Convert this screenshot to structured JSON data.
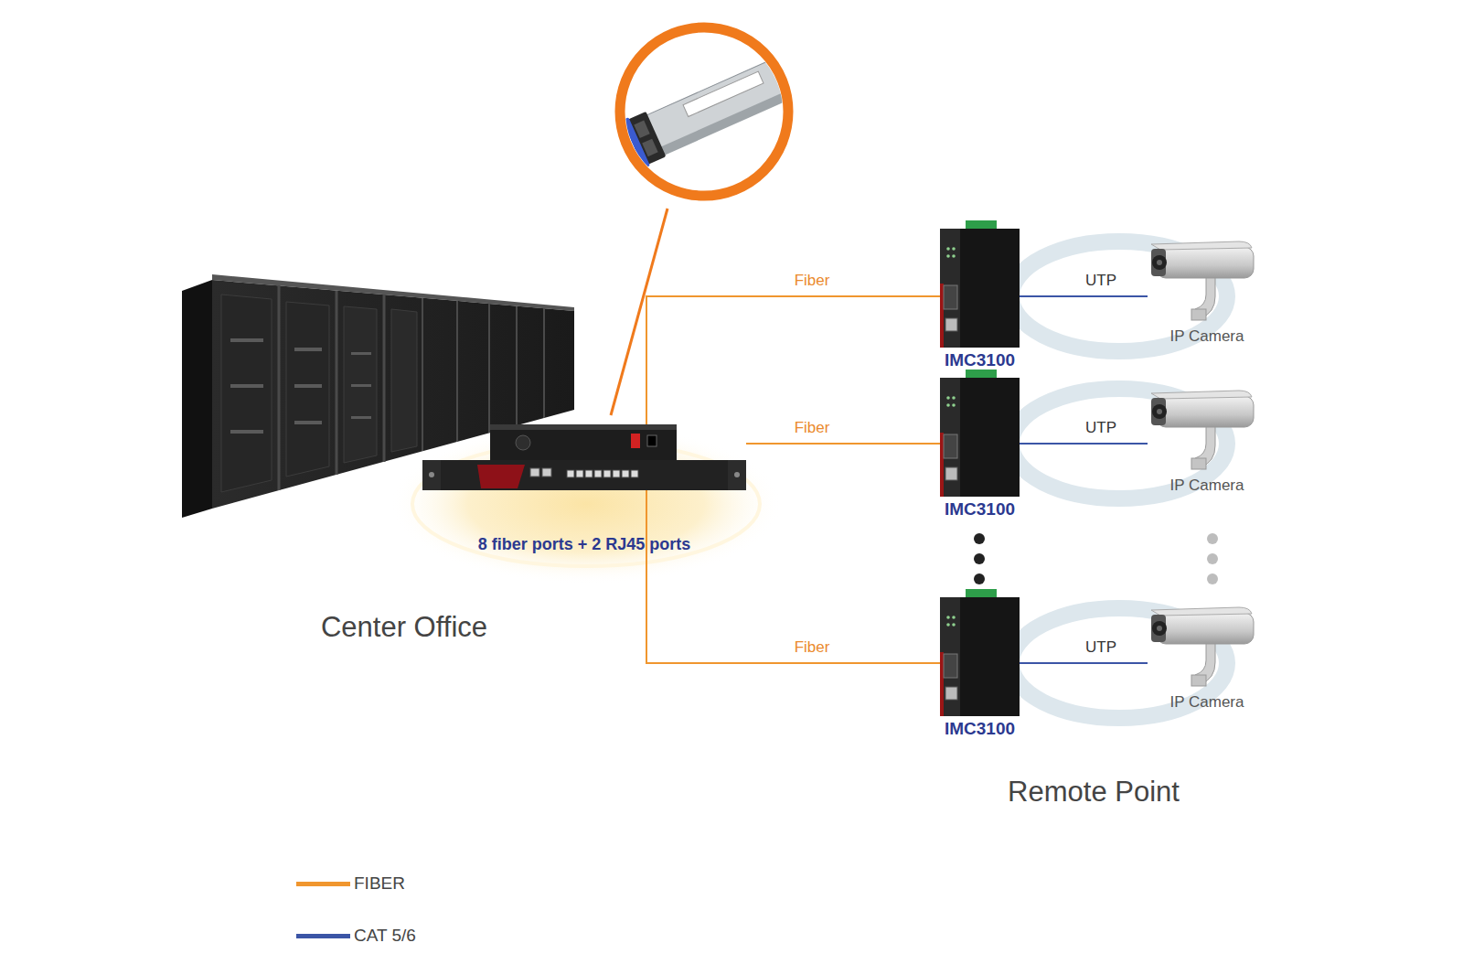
{
  "diagram": {
    "nodes": [
      {
        "text": [
          "8 fiber ports + 2 RJ45 ports"
        ]
      },
      {
        "text": [
          "IMC3100"
        ]
      },
      {
        "text": [
          "IP Camera"
        ]
      },
      {
        "text": [
          "IMC3100"
        ]
      },
      {
        "text": [
          "IP Camera"
        ]
      },
      {
        "text": [
          "IMC3100"
        ]
      },
      {
        "text": [
          "IP Camera"
        ]
      }
    ],
    "edges": [
      {
        "from": 0,
        "to": 1,
        "arrow": "none",
        "label": "Fiber"
      },
      {
        "from": 1,
        "to": 2,
        "arrow": "none",
        "label": "UTP"
      },
      {
        "from": 0,
        "to": 3,
        "arrow": "none",
        "label": "Fiber"
      },
      {
        "from": 3,
        "to": 4,
        "arrow": "none",
        "label": "UTP"
      },
      {
        "from": 0,
        "to": 5,
        "arrow": "none",
        "label": "Fiber"
      },
      {
        "from": 5,
        "to": 6,
        "arrow": "none",
        "label": "UTP"
      }
    ],
    "labels": [
      "Center Office",
      "Remote Point"
    ],
    "legend": [
      {
        "text": "FIBER",
        "color": "#f0962e"
      },
      {
        "text": "CAT 5/6",
        "color": "#3b55a6"
      }
    ]
  }
}
